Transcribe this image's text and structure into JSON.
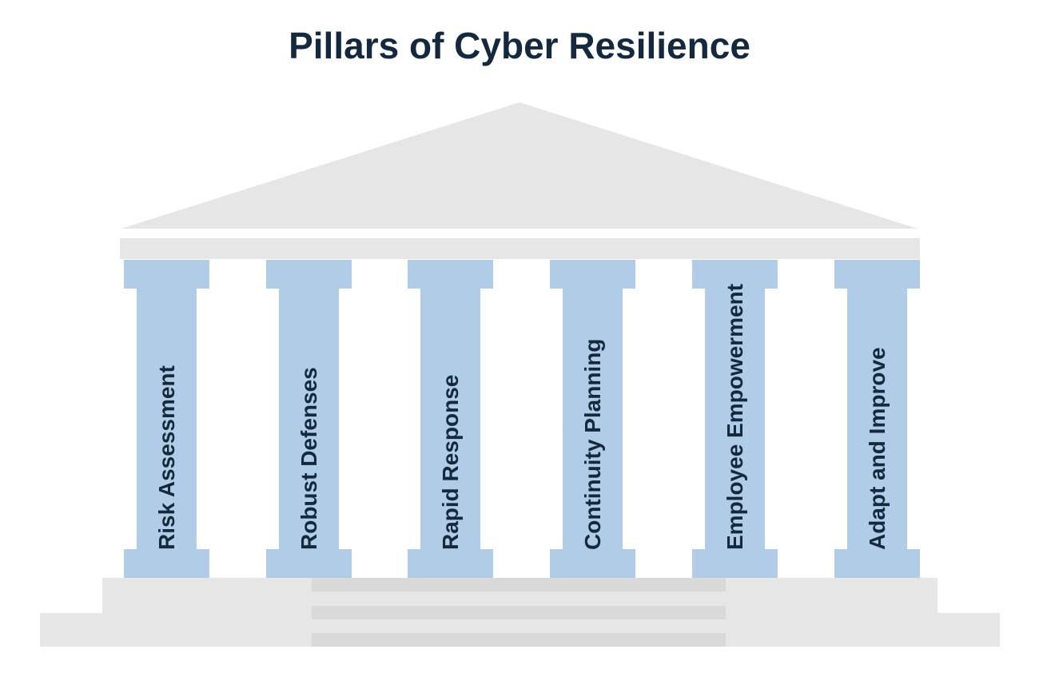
{
  "title": "Pillars of Cyber Resilience",
  "colors": {
    "title_text": "#14293d",
    "roof": "#e6e6e6",
    "pillar": "#b0cce6",
    "base": "#e6e6e6",
    "steps": "#d9d9d9"
  },
  "pillars": [
    {
      "label": "Risk Assessment"
    },
    {
      "label": "Robust Defenses"
    },
    {
      "label": "Rapid Response"
    },
    {
      "label": "Continuity Planning"
    },
    {
      "label": "Employee Empowerment"
    },
    {
      "label": "Adapt and Improve"
    }
  ]
}
